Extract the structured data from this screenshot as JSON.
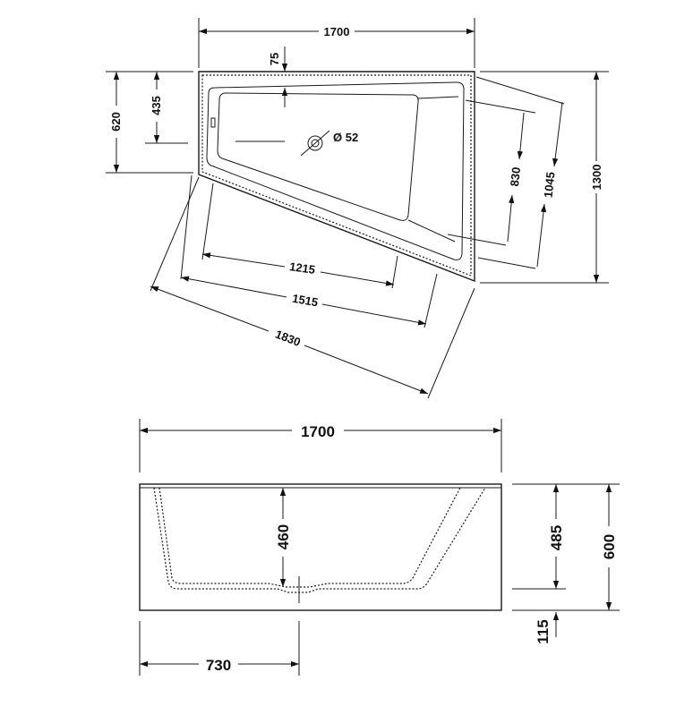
{
  "plan_view": {
    "width": "1700",
    "overflow_offset": "75",
    "height_left_outer": "620",
    "height_left_inner": "435",
    "drain_diameter": "Ø 52",
    "depth_830": "830",
    "depth_1045": "1045",
    "depth_1300": "1300",
    "length_1215": "1215",
    "length_1515": "1515",
    "length_1830": "1830"
  },
  "side_view": {
    "width": "1700",
    "inner_depth": "460",
    "height_485": "485",
    "height_600": "600",
    "foot_115": "115",
    "drain_offset": "730"
  }
}
